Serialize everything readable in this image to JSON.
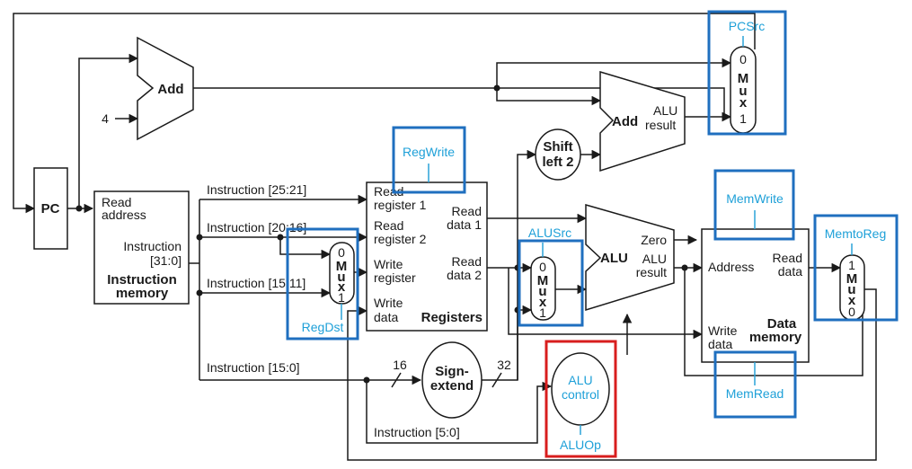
{
  "colors": {
    "control_box": "#1f6fbf",
    "alu_control_box": "#d81e1e",
    "control_text": "#1ea0d8",
    "wire": "#1a1a1a"
  },
  "pc": {
    "label": "PC"
  },
  "adder_pc": {
    "label": "Add",
    "constant": "4"
  },
  "adder_branch": {
    "label": "Add",
    "result_line1": "ALU",
    "result_line2": "result"
  },
  "shift_left": {
    "line1": "Shift",
    "line2": "left 2"
  },
  "instruction_memory": {
    "read_address_line1": "Read",
    "read_address_line2": "address",
    "instruction_line1": "Instruction",
    "instruction_line2": "[31:0]",
    "name_line1": "Instruction",
    "name_line2": "memory"
  },
  "instruction_fields": {
    "rs": "Instruction [25:21]",
    "rt": "Instruction [20:16]",
    "rd": "Instruction [15:11]",
    "imm": "Instruction [15:0]",
    "funct": "Instruction [5:0]"
  },
  "registers": {
    "read_reg1_line1": "Read",
    "read_reg1_line2": "register 1",
    "read_reg2_line1": "Read",
    "read_reg2_line2": "register 2",
    "write_reg_line1": "Write",
    "write_reg_line2": "register",
    "write_data_line1": "Write",
    "write_data_line2": "data",
    "read_data1_line1": "Read",
    "read_data1_line2": "data 1",
    "read_data2_line1": "Read",
    "read_data2_line2": "data 2",
    "name": "Registers"
  },
  "sign_extend": {
    "line1": "Sign-",
    "line2": "extend",
    "in_width": "16",
    "out_width": "32"
  },
  "alu": {
    "label": "ALU",
    "zero": "Zero",
    "result_line1": "ALU",
    "result_line2": "result"
  },
  "alu_control": {
    "line1": "ALU",
    "line2": "control"
  },
  "data_memory": {
    "address": "Address",
    "read_data_line1": "Read",
    "read_data_line2": "data",
    "write_data_line1": "Write",
    "write_data_line2": "data",
    "name_line1": "Data",
    "name_line2": "memory"
  },
  "mux": {
    "letters": [
      "M",
      "u",
      "x"
    ],
    "zero": "0",
    "one": "1"
  },
  "control_signals": {
    "pcsrc": "PCSrc",
    "regwrite": "RegWrite",
    "regdst": "RegDst",
    "alusrc": "ALUSrc",
    "memwrite": "MemWrite",
    "memtoreg": "MemtoReg",
    "memread": "MemRead",
    "aluop": "ALUOp"
  }
}
